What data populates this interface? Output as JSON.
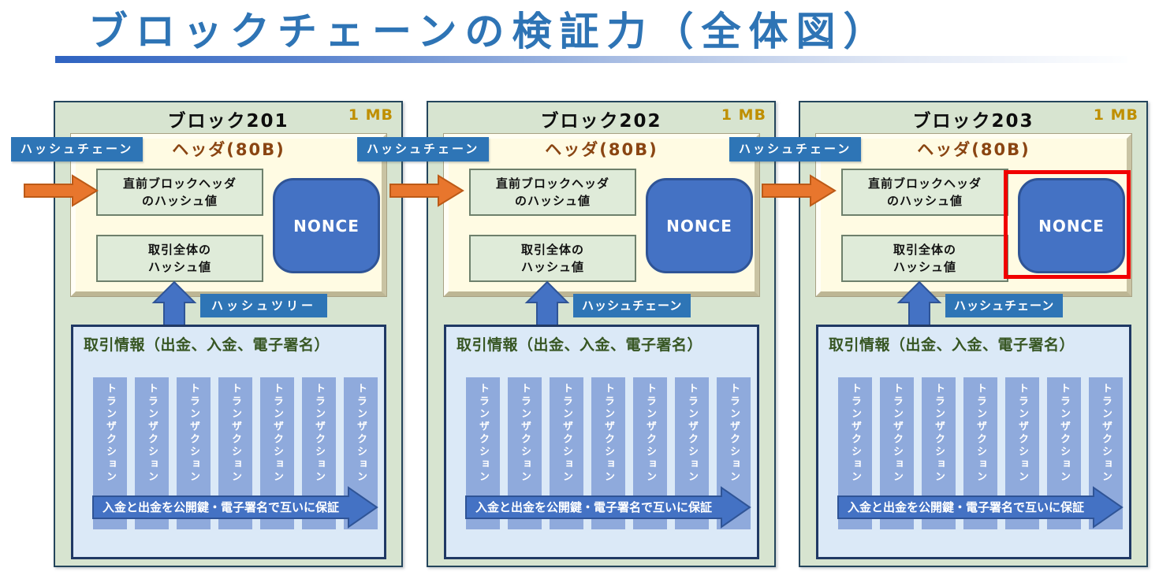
{
  "page_title": "ブロックチェーンの検証力（全体図）",
  "colors": {
    "title_blue": "#2E74B5",
    "label_blue": "#2E75B6",
    "shape_blue": "#4472C4",
    "shape_blue_border": "#2F5496",
    "block_green": "#D7E4D0",
    "header_cream": "#FFFBE3",
    "hash_box_green": "#DFEBD9",
    "tx_box_blue": "#DBE9F7",
    "bar_blue": "#8FAADC",
    "orange": "#E8762D",
    "size_gold": "#BF8F00",
    "header_brown": "#8A4512",
    "tx_title_green": "#375623",
    "highlight_red": "#F10000"
  },
  "chain_labels": [
    "ハッシュチェーン",
    "ハッシュチェーン",
    "ハッシュチェーン"
  ],
  "blocks": [
    {
      "title": "ブロック201",
      "size_label": "1 MB",
      "header_label": "ヘッダ(80B)",
      "prev_hash_line1": "直前ブロックヘッダ",
      "prev_hash_line2": "のハッシュ値",
      "tx_hash_line1": "取引全体の",
      "tx_hash_line2": "ハッシュ値",
      "nonce_label": "NONCE",
      "nonce_highlighted": false,
      "mid_label": "ハッシュツリー",
      "tx_title": "取引情報（出金、入金、電子署名）",
      "transaction_label": "トランザクション",
      "transaction_count": 7,
      "guarantee_label": "入金と出金を公開鍵・電子署名で互いに保証"
    },
    {
      "title": "ブロック202",
      "size_label": "1 MB",
      "header_label": "ヘッダ(80B)",
      "prev_hash_line1": "直前ブロックヘッダ",
      "prev_hash_line2": "のハッシュ値",
      "tx_hash_line1": "取引全体の",
      "tx_hash_line2": "ハッシュ値",
      "nonce_label": "NONCE",
      "nonce_highlighted": false,
      "mid_label": "ハッシュチェーン",
      "tx_title": "取引情報（出金、入金、電子署名）",
      "transaction_label": "トランザクション",
      "transaction_count": 7,
      "guarantee_label": "入金と出金を公開鍵・電子署名で互いに保証"
    },
    {
      "title": "ブロック203",
      "size_label": "1 MB",
      "header_label": "ヘッダ(80B)",
      "prev_hash_line1": "直前ブロックヘッダ",
      "prev_hash_line2": "のハッシュ値",
      "tx_hash_line1": "取引全体の",
      "tx_hash_line2": "ハッシュ値",
      "nonce_label": "NONCE",
      "nonce_highlighted": true,
      "mid_label": "ハッシュチェーン",
      "tx_title": "取引情報（出金、入金、電子署名）",
      "transaction_label": "トランザクション",
      "transaction_count": 7,
      "guarantee_label": "入金と出金を公開鍵・電子署名で互いに保証"
    }
  ]
}
